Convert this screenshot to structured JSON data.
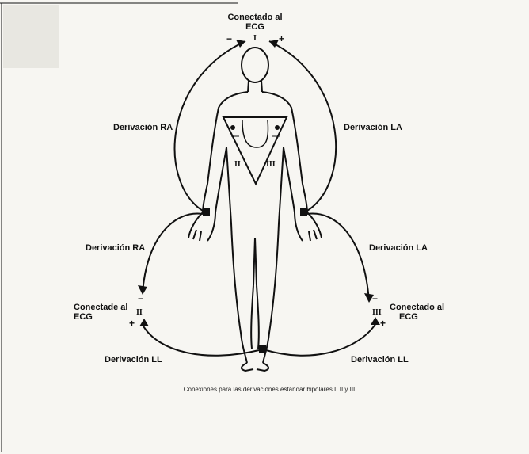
{
  "labels": {
    "top_connect": [
      "Conectado al",
      "ECG"
    ],
    "top_roman": "I",
    "upper_left_lead": "Derivación RA",
    "upper_right_lead": "Derivación LA",
    "triangle_left": "II",
    "triangle_right": "III",
    "mid_left_lead": "Derivación RA",
    "mid_right_lead": "Derivación LA",
    "left_connect": [
      "Conectade al",
      "ECG"
    ],
    "left_roman": "II",
    "right_connect": [
      "Conectado al",
      "ECG"
    ],
    "right_roman": "III",
    "lower_left_lead": "Derivación LL",
    "lower_right_lead": "Derivación LL",
    "minus": "−",
    "plus": "+"
  },
  "caption": "Conexiones para las derivaciones estándar bipolares I, II y III",
  "colors": {
    "ink": "#111111",
    "paper": "#f7f6f2",
    "shade": "#d8d6cf"
  }
}
